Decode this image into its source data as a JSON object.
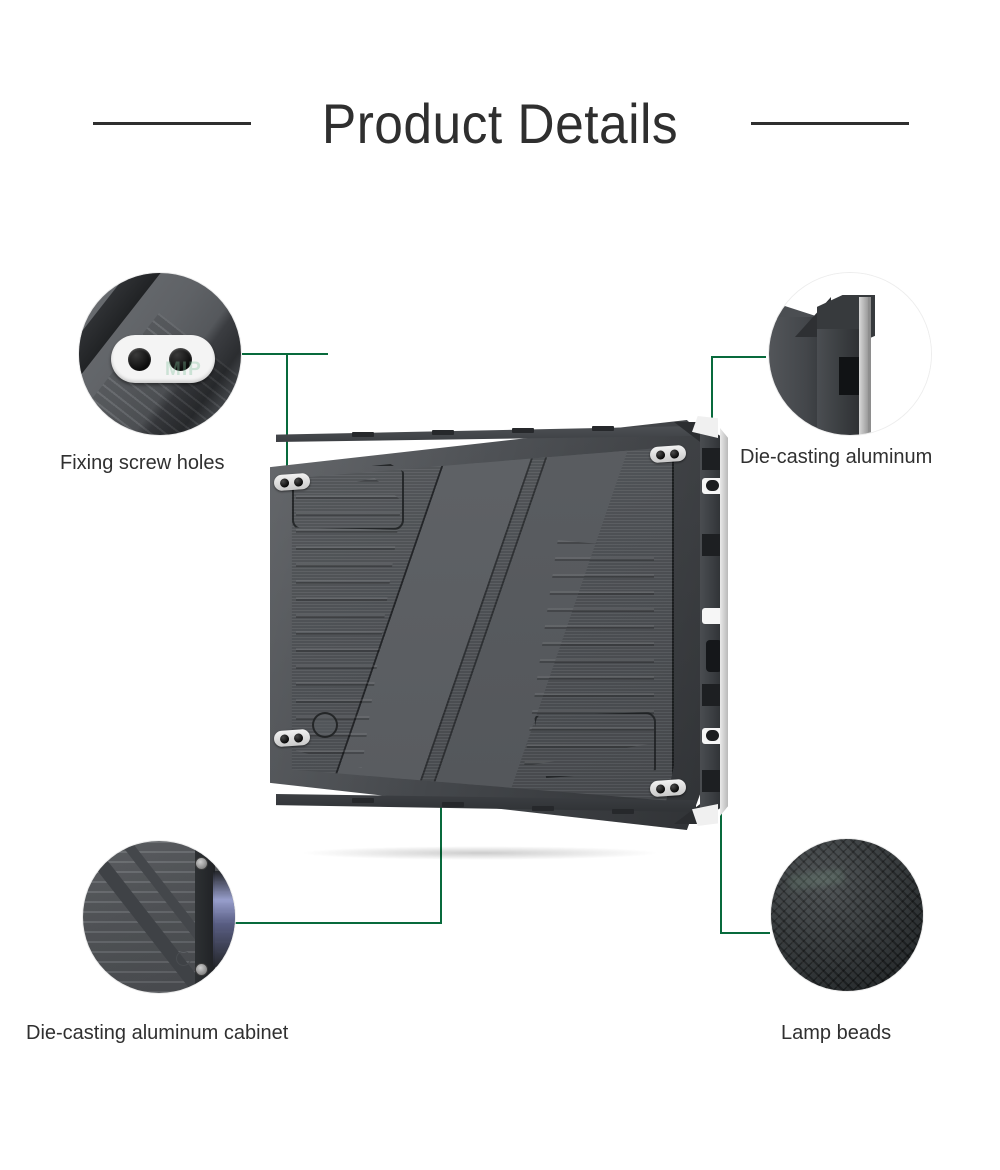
{
  "header": {
    "title": "Product Details",
    "rule_left": "horizontal-rule",
    "rule_right": "horizontal-rule"
  },
  "colors": {
    "connector_line": "#086a3c",
    "connector_dot": "#0a8a3c",
    "title_text": "#2f2f2f",
    "label_text": "#303030",
    "callout_border": "#ededed",
    "product_body": "#55585c",
    "product_panel": "#53565a",
    "plate_metal": "#f2f2f2",
    "background": "#ffffff"
  },
  "callouts": [
    {
      "id": "fixing-screw-holes",
      "label": "Fixing screw holes",
      "position": "top-left",
      "detail": "oval recessed plate with two screw holes",
      "watermark": "MIP"
    },
    {
      "id": "die-casting-aluminum",
      "label": "Die-casting aluminum",
      "position": "top-right",
      "detail": "beveled cabinet corner profile"
    },
    {
      "id": "die-casting-aluminum-cabinet",
      "label": "Die-casting aluminum cabinet",
      "position": "bottom-left",
      "detail": "ribbed cabinet rear with diagonal fins"
    },
    {
      "id": "lamp-beads",
      "label": "Lamp beads",
      "position": "bottom-right",
      "detail": "dense LED pixel mesh texture"
    }
  ],
  "product": {
    "name": "LED display cabinet",
    "view": "rear three-quarter",
    "features": [
      "corner screw plates",
      "diagonal Z-shaped rib pattern",
      "side connector notches",
      "handle block"
    ]
  }
}
